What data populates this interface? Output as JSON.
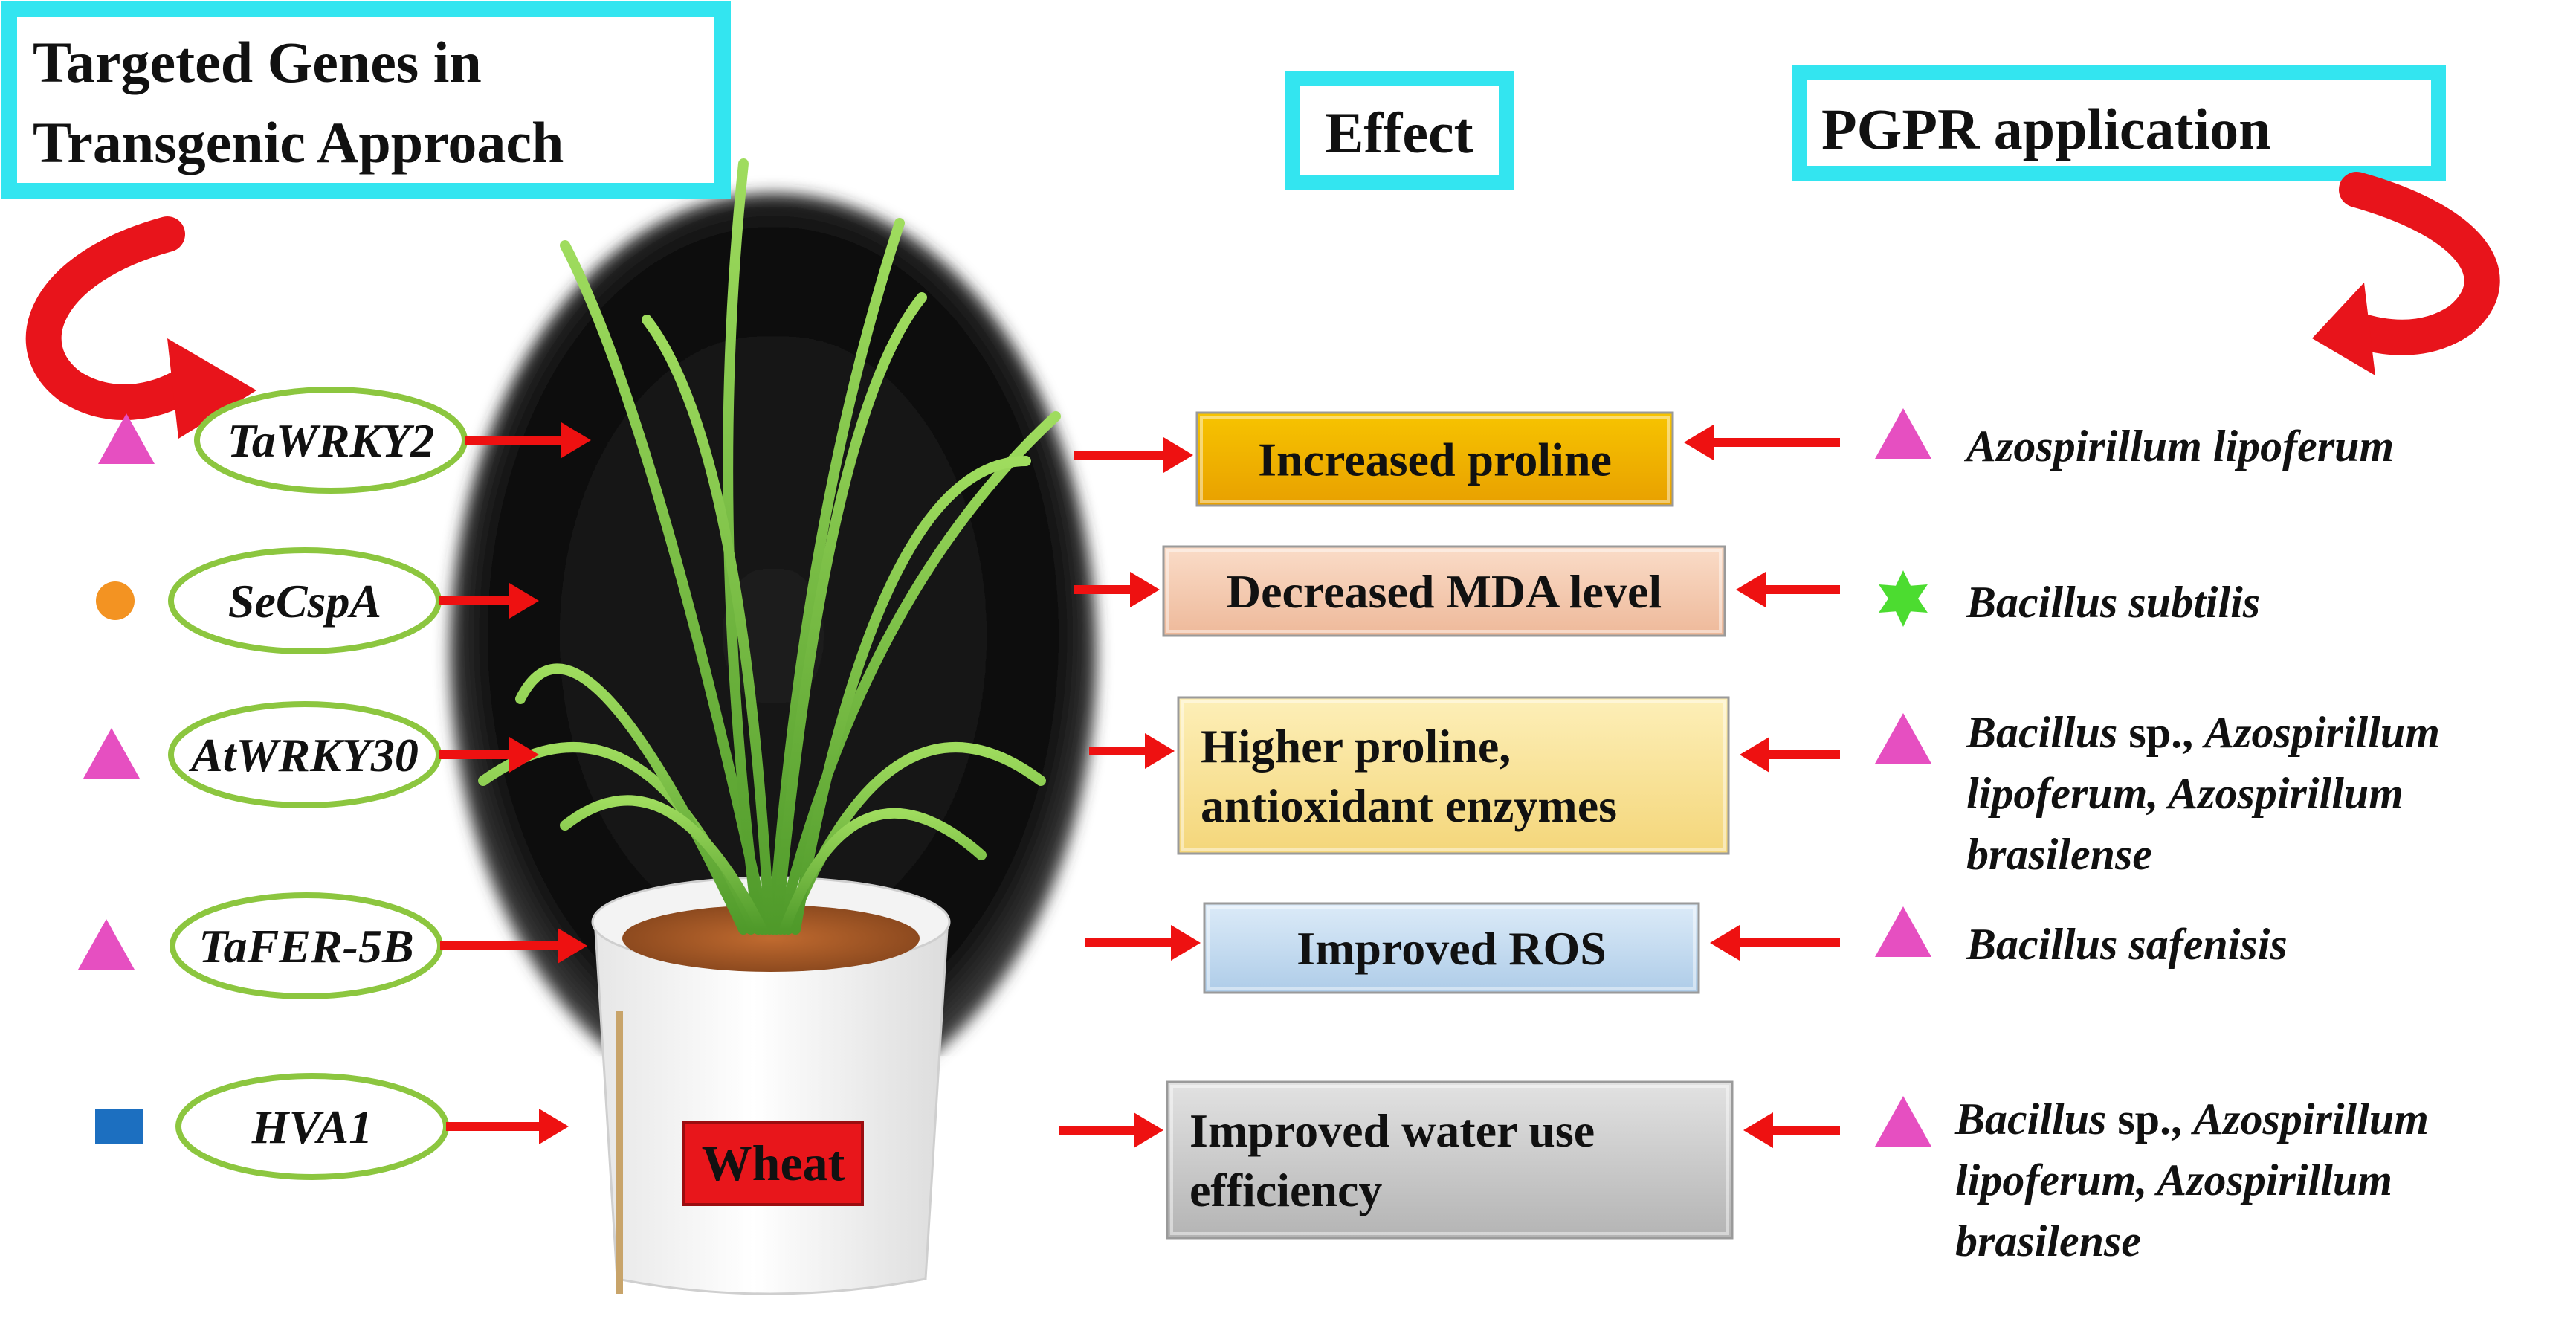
{
  "headers": {
    "targeted_genes": [
      "Targeted Genes in",
      "Transgenic Approach"
    ],
    "effect": "Effect",
    "pgpr": "PGPR application"
  },
  "colors": {
    "header_border": "#33e5f0",
    "arrow": "#ee1111",
    "curved_arrow": "#e8141b",
    "gene_ellipse": "#8cc63f",
    "triangle": "#e64fc1",
    "circle": "#f39322",
    "square": "#1c6fc0",
    "star": "#4cdc30",
    "wheat_box": "#e8161b"
  },
  "genes": [
    {
      "name": "TaWRKY2",
      "marker": "triangle"
    },
    {
      "name": "SeCspA",
      "marker": "circle"
    },
    {
      "name": "AtWRKY30",
      "marker": "triangle"
    },
    {
      "name": "TaFER-5B",
      "marker": "triangle"
    },
    {
      "name": "HVA1",
      "marker": "square"
    }
  ],
  "plant_label": "Wheat",
  "effects": [
    {
      "lines": [
        "Increased proline"
      ],
      "fill_top": "#f7c400",
      "fill_bottom": "#e8a000"
    },
    {
      "lines": [
        "Decreased MDA level"
      ],
      "fill_top": "#fadcc8",
      "fill_bottom": "#eeb99a"
    },
    {
      "lines": [
        "Higher proline,",
        "antioxidant enzymes"
      ],
      "fill_top": "#fdefb8",
      "fill_bottom": "#f4d67a"
    },
    {
      "lines": [
        "Improved ROS"
      ],
      "fill_top": "#dcebf8",
      "fill_bottom": "#aecce8"
    },
    {
      "lines": [
        "Improved water use",
        "efficiency"
      ],
      "fill_top": "#e2e2e2",
      "fill_bottom": "#b4b4b4"
    }
  ],
  "pgpr": [
    {
      "marker": "triangle",
      "lines": [
        [
          {
            "t": "Azospirillum lipoferum",
            "i": true
          }
        ]
      ]
    },
    {
      "marker": "star",
      "lines": [
        [
          {
            "t": "Bacillus subtilis",
            "i": true
          }
        ]
      ]
    },
    {
      "marker": "triangle",
      "lines": [
        [
          {
            "t": "Bacillus",
            "i": true
          },
          {
            "t": " sp., ",
            "i": false
          },
          {
            "t": "Azospirillum",
            "i": true
          }
        ],
        [
          {
            "t": "lipoferum, Azospirillum",
            "i": true
          }
        ],
        [
          {
            "t": "brasilense",
            "i": true
          }
        ]
      ]
    },
    {
      "marker": "triangle",
      "lines": [
        [
          {
            "t": "Bacillus safenisis",
            "i": true
          }
        ]
      ]
    },
    {
      "marker": "triangle",
      "lines": [
        [
          {
            "t": "Bacillus",
            "i": true
          },
          {
            "t": " sp., ",
            "i": false
          },
          {
            "t": "Azospirillum",
            "i": true
          }
        ],
        [
          {
            "t": "lipoferum, Azospirillum",
            "i": true
          }
        ],
        [
          {
            "t": "brasilense",
            "i": true
          }
        ]
      ]
    }
  ]
}
